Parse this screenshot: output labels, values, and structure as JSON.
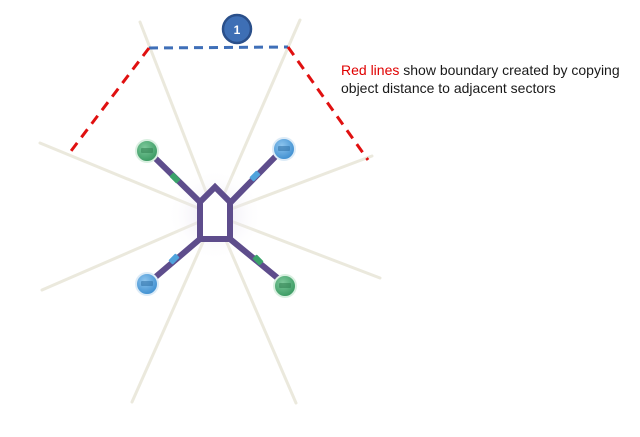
{
  "badge": {
    "label": "1"
  },
  "caption": {
    "highlight": "Red lines",
    "rest": " show boundary created by copying object distance to adjacent sectors"
  },
  "colors": {
    "sector_line": "#ebe9dd",
    "red_boundary": "#e01010",
    "blue_boundary": "#3f6fb8",
    "badge_fill": "#3e6fb5",
    "badge_ring": "#2a4f8a",
    "hub_stroke": "#5e4d8c",
    "sensor_green": "#43a46a",
    "sensor_blue": "#4a9ad8",
    "connector_green": "#3aa26a",
    "connector_blue": "#4fa3dc"
  },
  "icons": {
    "hub": "pentagon-hub-icon",
    "sensor": "sensor-node-icon",
    "connector": "connector-icon"
  }
}
